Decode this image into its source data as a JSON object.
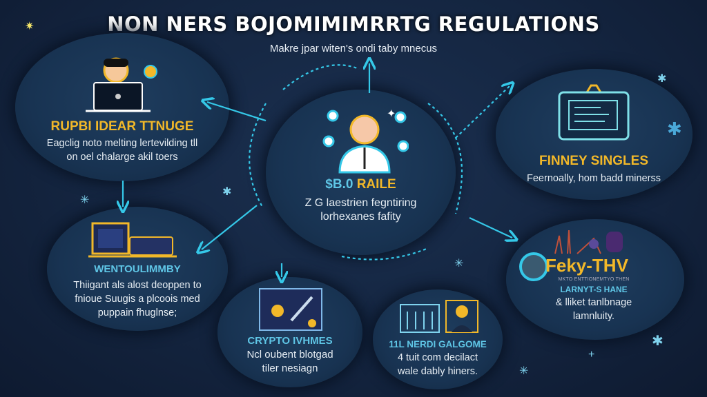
{
  "header": {
    "title": "NON NERS BOJOMIMIMRRTG REGULATIONS",
    "subtitle": "Makre jpar witen's ondi taby mnecus"
  },
  "nodes": {
    "top_left": {
      "title": "RUPBI IDEAR TTNUGE",
      "line1": "Eagclig noto melting lertevilding tll",
      "line2": "on oel chalarge akil toers"
    },
    "center": {
      "title_prefix": "$B.0",
      "title": "RAILE",
      "line1": "Z G laestrien fegntiring",
      "line2": "lorhexanes fafity"
    },
    "top_right": {
      "title": "FINNEY SINGLES",
      "line1": "Feernoally, hom badd minerss"
    },
    "mid_left": {
      "title": "WENTOULIMMBY",
      "line1": "Thiigant als alost deoppen to",
      "line2": "fnioue Suugis a plcoois med",
      "line3": "puppain fhuglnse;"
    },
    "bottom_center": {
      "title": "CRYPTO IVHMES",
      "line1": "Ncl oubent blotgad",
      "line2": "tiler nesiagn"
    },
    "bottom_right": {
      "title": "11L NERDI GALGOME",
      "line1": "4 tuit com decilact",
      "line2": "wale dably hiners."
    },
    "mid_right": {
      "title": "Feky-THV",
      "tagline": "MKTO ENTTIONEMTYO THEN",
      "subtitle": "LARNYT-S HANE",
      "line1": "& lliket tanlbnage",
      "line2": "lamnluity."
    }
  },
  "colors": {
    "accent": "#f2b829",
    "cyan": "#35c8e8",
    "bg": "#142540"
  }
}
